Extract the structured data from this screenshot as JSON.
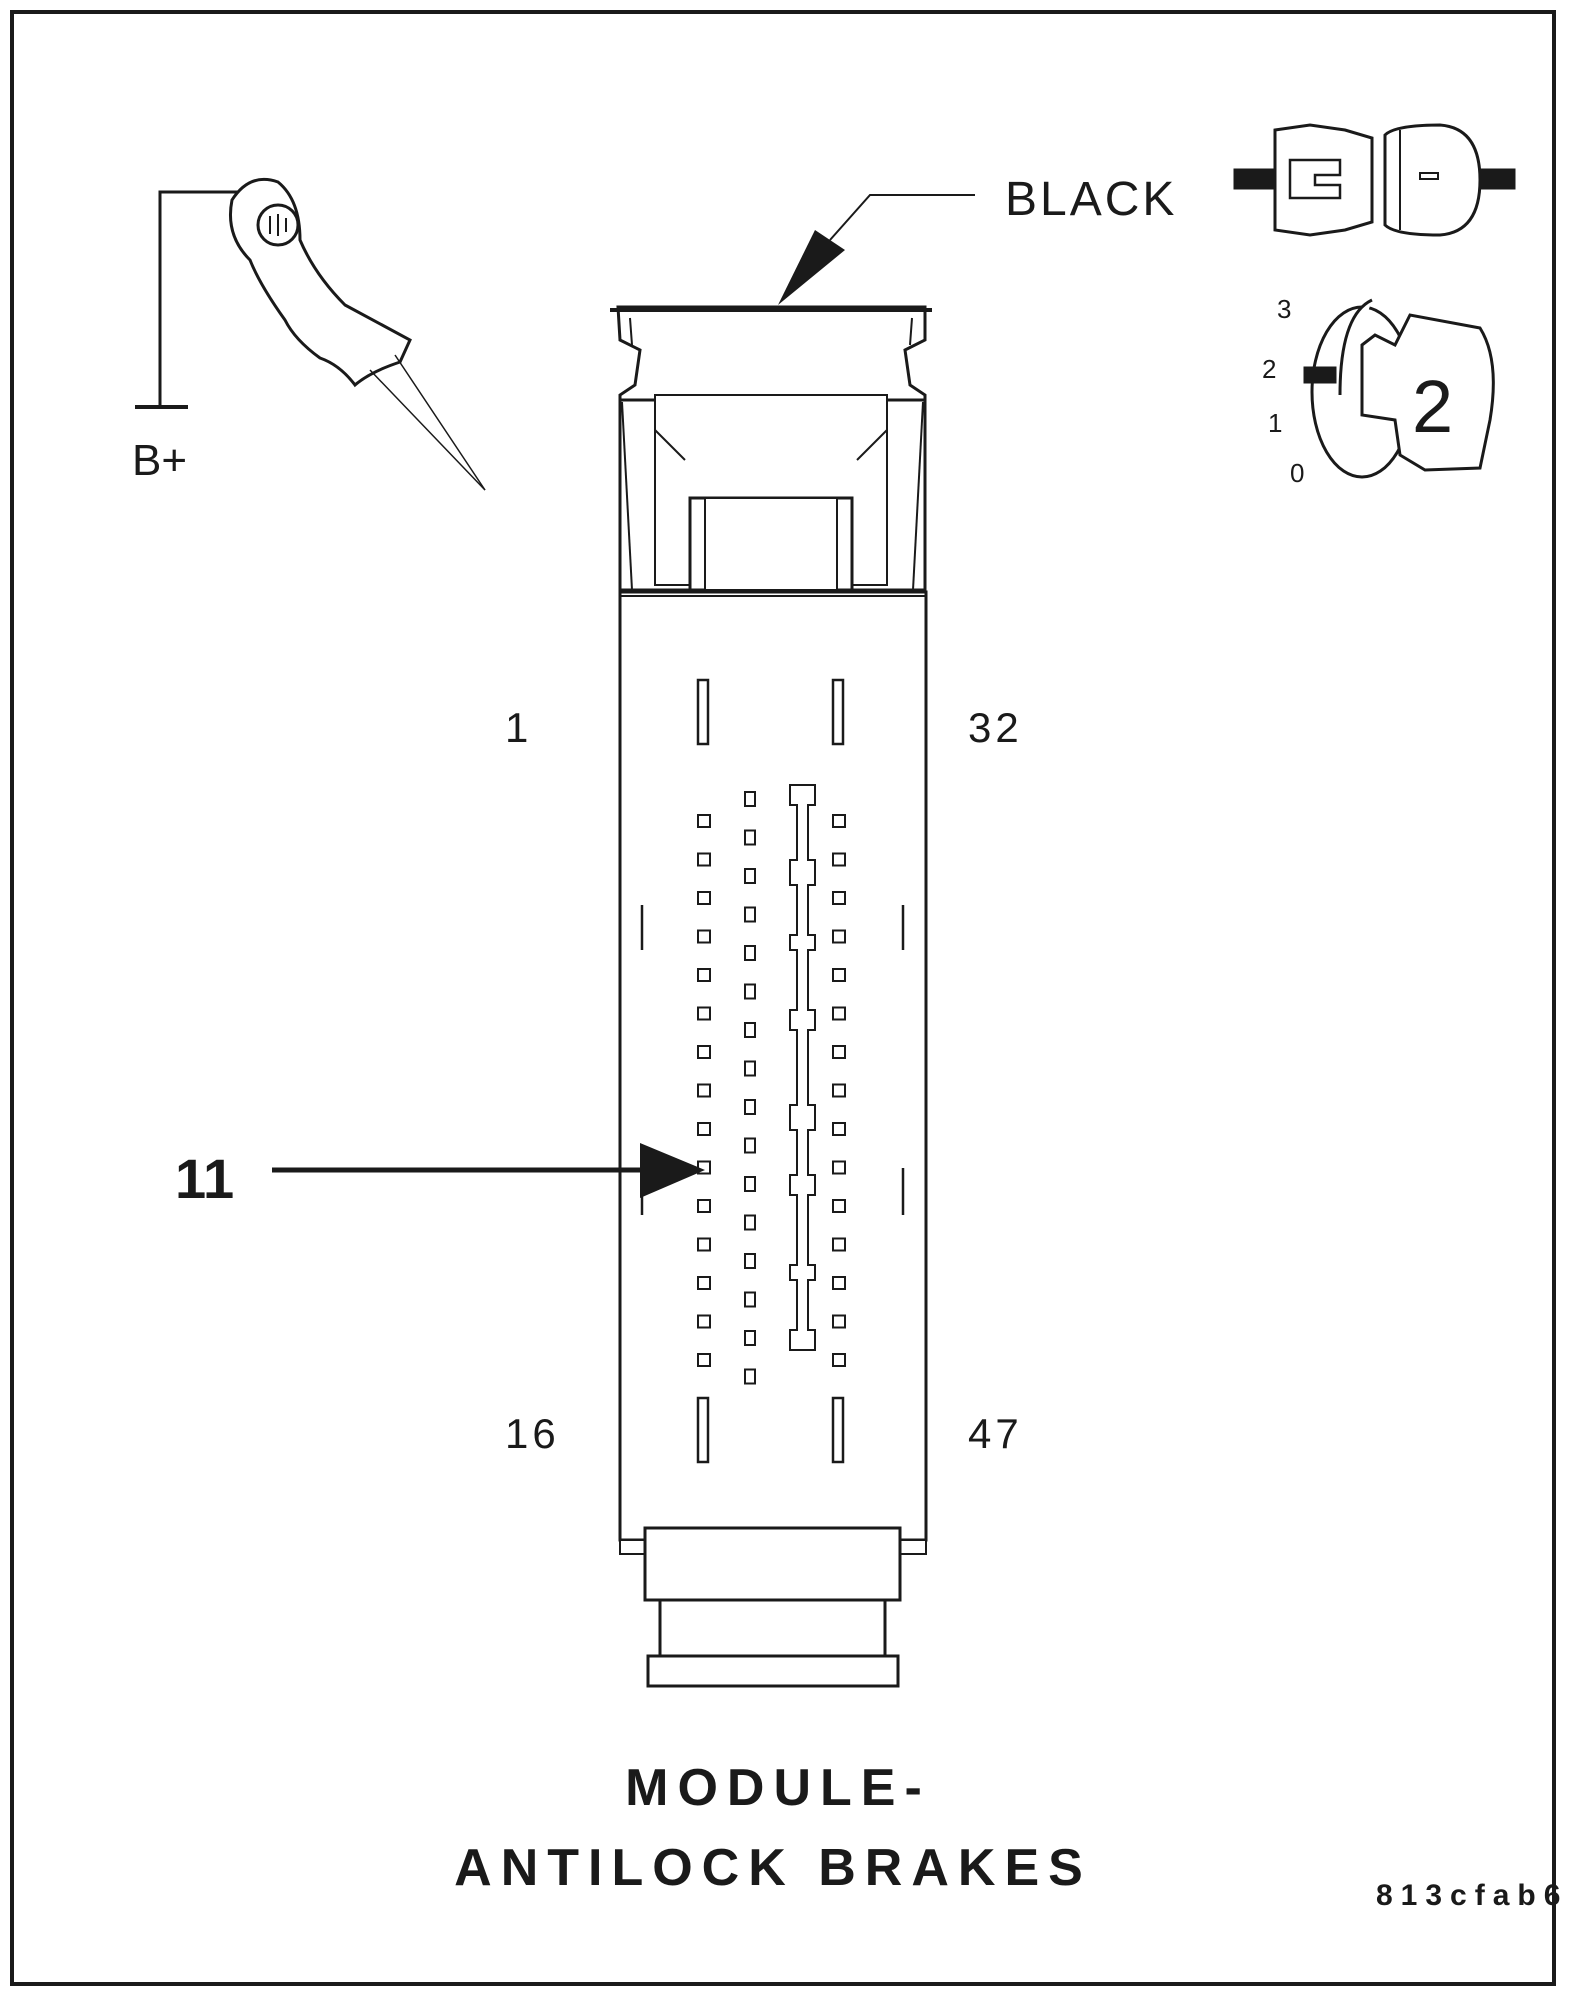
{
  "probe": {
    "ground_label": "B+"
  },
  "connector": {
    "color_label": "BLACK",
    "pin_labels": {
      "top_left": "1",
      "top_right": "32",
      "bottom_left": "16",
      "bottom_right": "47"
    },
    "callout_pin": "11"
  },
  "ignition": {
    "positions": [
      "3",
      "2",
      "1",
      "0"
    ],
    "key_label": "2"
  },
  "caption": {
    "line1": "MODULE-",
    "line2": "ANTILOCK BRAKES"
  },
  "figure_id": "813cfab6"
}
